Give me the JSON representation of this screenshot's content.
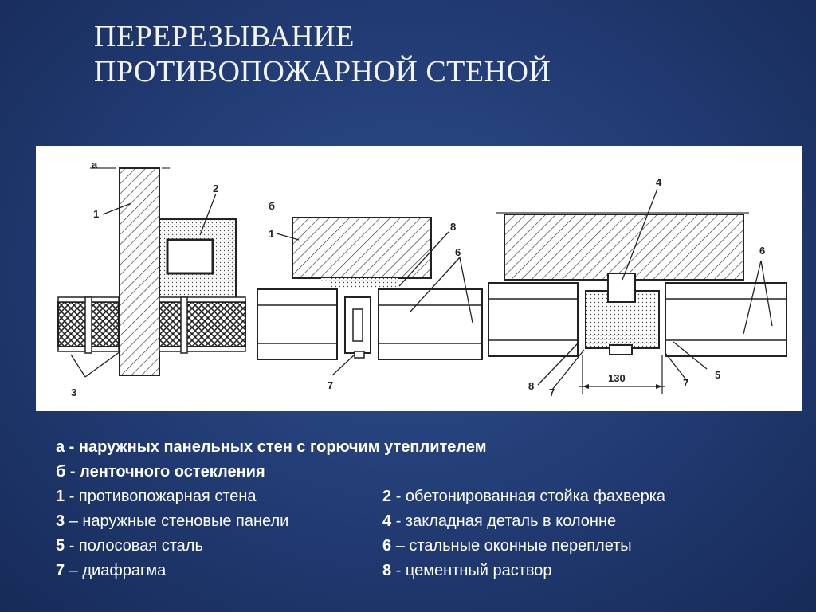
{
  "slide": {
    "title_line1": "ПЕРЕРЕЗЫВАНИЕ",
    "title_line2": "ПРОТИВОПОЖАРНОЙ СТЕНОЙ"
  },
  "diagram": {
    "labels": {
      "a": "а",
      "b": "б",
      "n1": "1",
      "n2": "2",
      "n3": "3",
      "n4": "4",
      "n5": "5",
      "n6": "6",
      "n7": "7",
      "n8": "8",
      "dim": "130"
    }
  },
  "legend": {
    "a_key": "а",
    "a_text": "наружных панельных стен с горючим утеплителем",
    "b_key": "б",
    "b_text": "ленточного остекления",
    "items": [
      {
        "num": "1",
        "sep": "-",
        "text": "противопожарная стена"
      },
      {
        "num": "2",
        "sep": "-",
        "text": "обетонированная стойка фахверка"
      },
      {
        "num": "3",
        "sep": "–",
        "text": "наружные стеновые панели"
      },
      {
        "num": "4",
        "sep": "-",
        "text": "закладная деталь в колонне"
      },
      {
        "num": "5",
        "sep": "-",
        "text": "полосовая сталь"
      },
      {
        "num": "6",
        "sep": "–",
        "text": "стальные оконные переплеты"
      },
      {
        "num": "7",
        "sep": "–",
        "text": "диафрагма"
      },
      {
        "num": "8",
        "sep": "-",
        "text": "цементный раствор"
      }
    ]
  }
}
